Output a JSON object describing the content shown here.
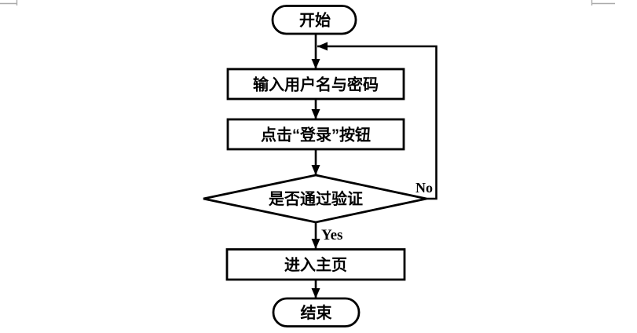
{
  "diagram": {
    "type": "flowchart",
    "background": "#ffffff",
    "stroke_color": "#000000",
    "corner_mark_color": "#ababab",
    "nodes": {
      "start": {
        "label": "开始",
        "shape": "terminator"
      },
      "input": {
        "label": "输入用户名与密码",
        "shape": "process"
      },
      "login": {
        "label": "点击“登录”按钮",
        "shape": "process"
      },
      "verify": {
        "label": "是否通过验证",
        "shape": "decision"
      },
      "home": {
        "label": "进入主页",
        "shape": "process"
      },
      "end": {
        "label": "结束",
        "shape": "terminator"
      }
    },
    "edge_labels": {
      "yes": "Yes",
      "no": "No"
    },
    "edges": [
      {
        "from": "start",
        "to": "input",
        "label": ""
      },
      {
        "from": "input",
        "to": "login",
        "label": ""
      },
      {
        "from": "login",
        "to": "verify",
        "label": ""
      },
      {
        "from": "verify",
        "to": "home",
        "label": "Yes"
      },
      {
        "from": "verify",
        "to": "input",
        "label": "No"
      },
      {
        "from": "home",
        "to": "end",
        "label": ""
      }
    ]
  }
}
